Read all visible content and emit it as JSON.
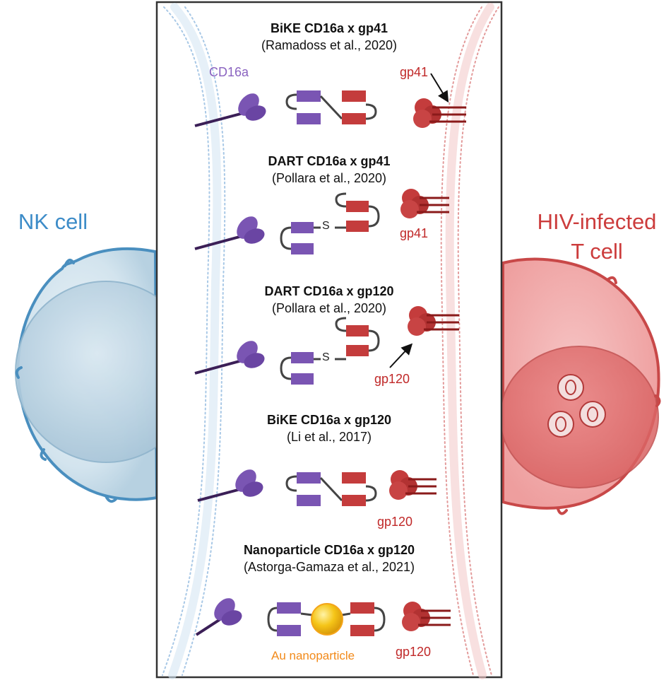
{
  "cells": {
    "nk": "NK cell",
    "t_line1": "HIV-infected",
    "t_line2": "T cell"
  },
  "panels": [
    {
      "title": "BiKE CD16a x gp41",
      "citation": "(Ramadoss et al., 2020)",
      "target_label": "gp41"
    },
    {
      "title": "DART CD16a x gp41",
      "citation": "(Pollara et al., 2020)",
      "target_label": "gp41",
      "linker": "S"
    },
    {
      "title": "DART CD16a x gp120",
      "citation": "(Pollara et al., 2020)",
      "target_label": "gp120",
      "linker": "S"
    },
    {
      "title": "BiKE CD16a x gp120",
      "citation": "(Li et al., 2017)",
      "target_label": "gp120"
    },
    {
      "title": "Nanoparticle CD16a x gp120",
      "citation": "(Astorga-Gamaza et al., 2021)",
      "target_label": "gp120"
    }
  ],
  "receptor_label": "CD16a",
  "nanoparticle_label": "Au nanoparticle",
  "colors": {
    "nk_blue": "#3d8cc8",
    "t_red": "#cc3c3c",
    "purple": "#7a55b3",
    "red_domain": "#c43c3c",
    "gold": "#f7c21a"
  }
}
